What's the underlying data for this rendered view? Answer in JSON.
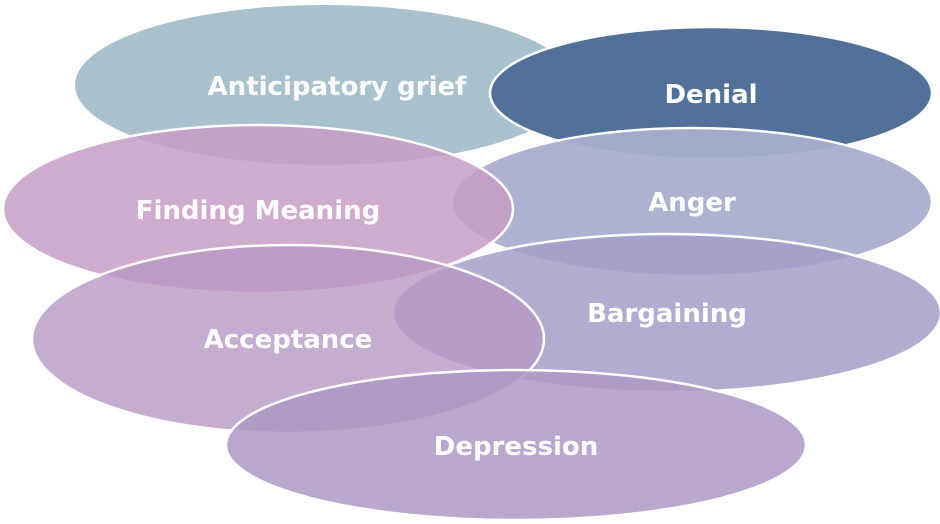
{
  "diagram": {
    "title": "Grief stages overlapping ellipses",
    "stages": [
      {
        "id": "anticipatory-grief",
        "label": "Anticipatory grief",
        "color": "#a9c1cd",
        "opacity": 1.0,
        "outline": false
      },
      {
        "id": "denial",
        "label": "Denial",
        "color": "#51709a",
        "opacity": 1.0,
        "outline": true
      },
      {
        "id": "anger",
        "label": "Anger",
        "color": "#a8aecd",
        "opacity": 0.95,
        "outline": true
      },
      {
        "id": "finding-meaning",
        "label": "Finding Meaning",
        "color": "#c79ec6",
        "opacity": 0.85,
        "outline": true
      },
      {
        "id": "bargaining",
        "label": "Bargaining",
        "color": "#a49dc9",
        "opacity": 0.85,
        "outline": true
      },
      {
        "id": "acceptance",
        "label": "Acceptance",
        "color": "#b798c4",
        "opacity": 0.8,
        "outline": true
      },
      {
        "id": "depression",
        "label": "Depression",
        "color": "#ad98c4",
        "opacity": 0.85,
        "outline": true
      }
    ]
  }
}
